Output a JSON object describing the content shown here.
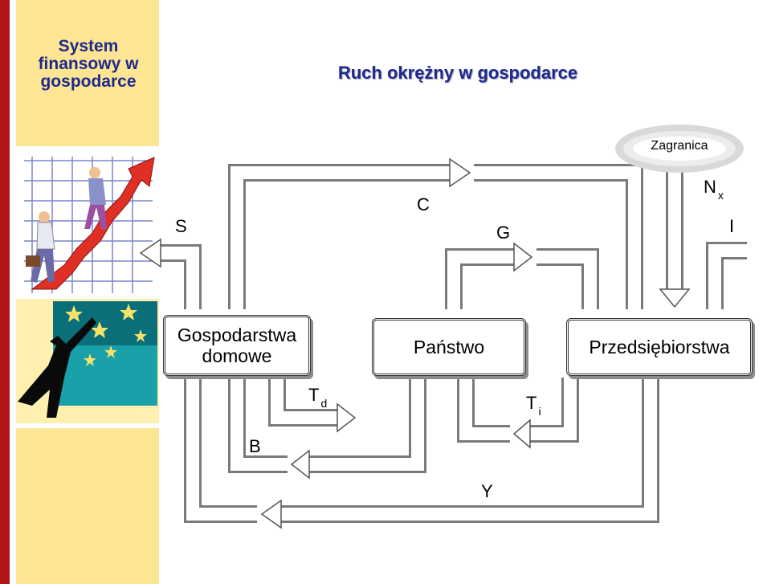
{
  "sidebar": {
    "title": "System finansowy w gospodarce"
  },
  "slide": {
    "title": "Ruch okrężny w gospodarce"
  },
  "nodes": {
    "households": "Gospodarstwa domowe",
    "state": "Państwo",
    "firms": "Przedsiębiorstwa",
    "foreign": "Zagranica"
  },
  "flows": {
    "S": "S",
    "C": "C",
    "G": "G",
    "N": "N",
    "N_sub": "x",
    "I": "I",
    "T": "T",
    "Td_sub": "d",
    "Ti_sub": "i",
    "B": "B",
    "Y": "Y"
  },
  "colors": {
    "accent_red": "#b3161a",
    "panel_yellow": "#fde593",
    "title_blue": "#1e2a8c"
  }
}
